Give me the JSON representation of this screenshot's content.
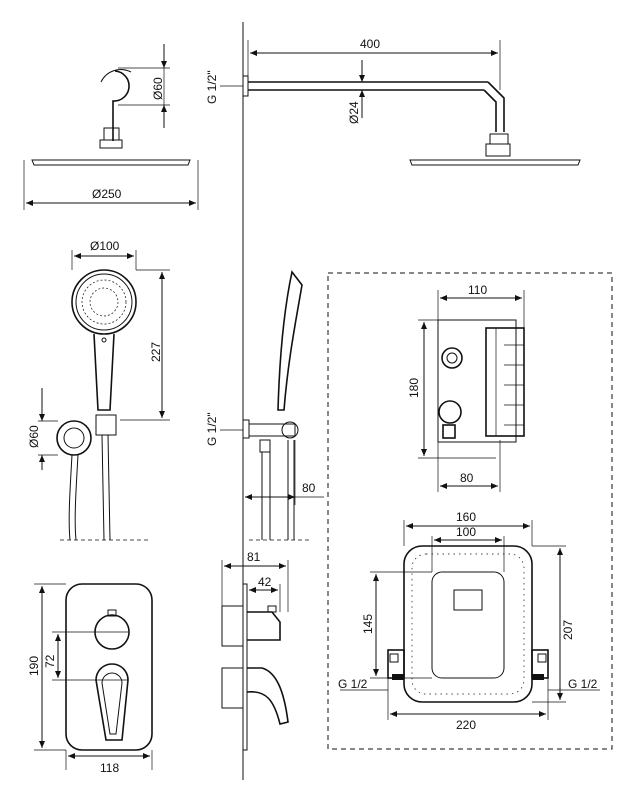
{
  "shower_head": {
    "arm_diameter": "Ø60",
    "head_diameter": "Ø250",
    "arm_length": "400",
    "pipe_diameter": "Ø24",
    "thread": "G 1/2\""
  },
  "hand_shower": {
    "head_diameter": "Ø100",
    "length": "227",
    "holder_diameter": "Ø60",
    "thread": "G 1/2\"",
    "projection": "80"
  },
  "mixer_plate": {
    "height": "190",
    "handle_offset": "72",
    "width": "118",
    "total_depth": "81",
    "plate_depth": "42"
  },
  "valve_body": {
    "width": "110",
    "height": "180",
    "depth": "80"
  },
  "mounting_box": {
    "outer_width": "160",
    "inner_width": "100",
    "outer_height": "207",
    "inner_height": "145",
    "total_width": "220",
    "thread_left": "G 1/2",
    "thread_right": "G 1/2"
  }
}
